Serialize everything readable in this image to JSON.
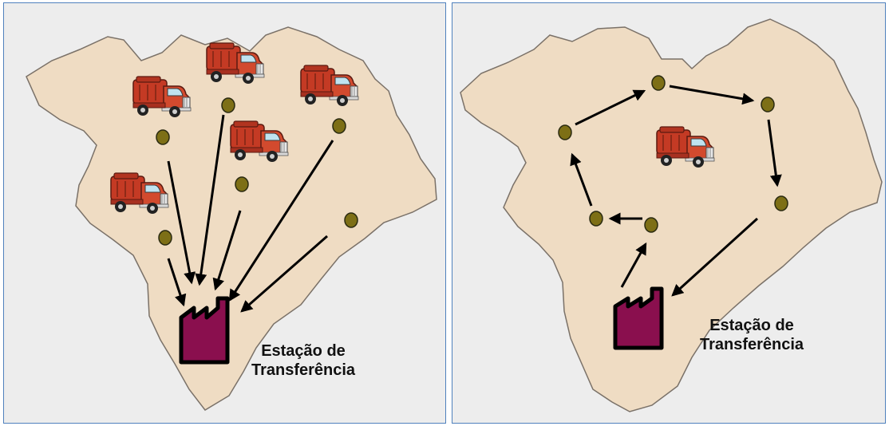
{
  "colors": {
    "land": "#efdcc3",
    "land_stroke": "#7a7168",
    "point_fill": "#7d6f16",
    "factory_fill": "#8a0f4e",
    "truck_red": "#c43a24",
    "frame_blue": "#4f81bd"
  },
  "icons": [
    "truck-icon",
    "factory-icon",
    "collection-point-icon",
    "arrow-icon"
  ],
  "left_panel": {
    "station_label": {
      "line1": "Estação de",
      "line2": "Transferência"
    }
  },
  "right_panel": {
    "station_label": {
      "line1": "Estação de",
      "line2": "Transferência"
    }
  }
}
